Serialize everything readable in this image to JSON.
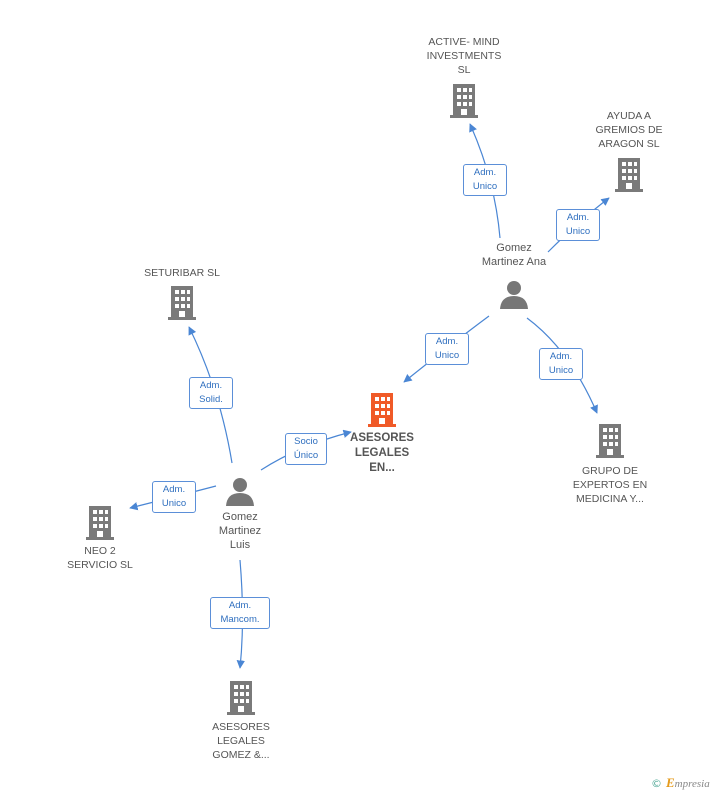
{
  "nodes": {
    "center": {
      "label": "ASESORES\nLEGALES\nEN..."
    },
    "active_mind": {
      "label": "ACTIVE- MIND\nINVESTMENTS\nSL"
    },
    "ayuda": {
      "label": "AYUDA A\nGREMIOS DE\nARAGON SL"
    },
    "gomez_ana": {
      "label": "Gomez\nMartinez Ana"
    },
    "seturibar": {
      "label": "SETURIBAR SL"
    },
    "grupo": {
      "label": "GRUPO DE\nEXPERTOS EN\nMEDICINA Y..."
    },
    "gomez_luis": {
      "label": "Gomez\nMartinez\nLuis"
    },
    "neo2": {
      "label": "NEO 2\nSERVICIO SL"
    },
    "asesores_gomez": {
      "label": "ASESORES\nLEGALES\nGOMEZ &..."
    }
  },
  "edges": {
    "ana_active": "Adm.\nUnico",
    "ana_ayuda": "Adm.\nUnico",
    "ana_center": "Adm.\nUnico",
    "ana_grupo": "Adm.\nUnico",
    "luis_seturibar": "Adm.\nSolid.",
    "luis_center": "Socio\nÚnico",
    "luis_neo2": "Adm.\nUnico",
    "luis_asesores": "Adm.\nMancom."
  },
  "colors": {
    "edge": "#4a86d4",
    "building": "#7a7a7a",
    "center": "#f05a28",
    "person": "#777777"
  },
  "brand": {
    "copyright": "©",
    "name_first": "E",
    "name_rest": "mpresia"
  }
}
